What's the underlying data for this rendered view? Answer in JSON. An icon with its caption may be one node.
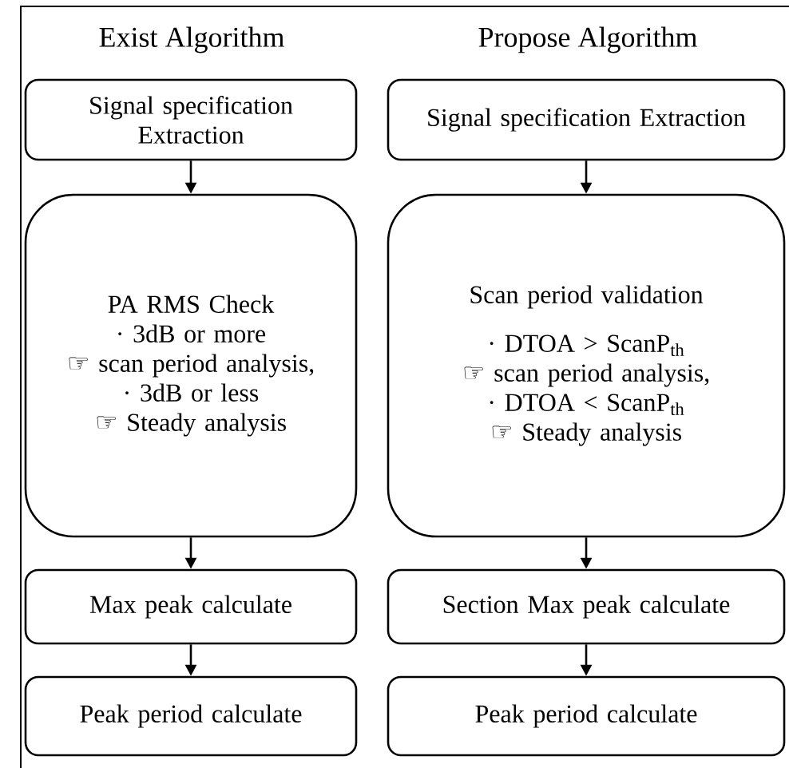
{
  "diagram": {
    "nodes": [
      {
        "text": [
          "Signal specification Extraction"
        ]
      },
      {
        "text": [
          "PA RMS Check",
          "· 3dB or more",
          "☞ scan period analysis,",
          "· 3dB or less",
          "☞ Steady analysis"
        ]
      },
      {
        "text": [
          "Max peak calculate"
        ]
      },
      {
        "text": [
          "Peak period calculate"
        ]
      },
      {
        "text": [
          "Signal specification Extraction"
        ]
      },
      {
        "text": [
          "Scan period validation",
          "· DTOA > ScanP$_{th}$",
          "☞ scan period analysis,",
          "· DTOA < ScanP$_{th}$",
          "☞ Steady analysis"
        ]
      },
      {
        "text": [
          "Section Max peak calculate"
        ]
      },
      {
        "text": [
          "Peak period calculate"
        ]
      }
    ],
    "edges": [
      {
        "from": 0,
        "to": 1,
        "arrow": "to"
      },
      {
        "from": 1,
        "to": 2,
        "arrow": "to"
      },
      {
        "from": 2,
        "to": 3,
        "arrow": "to"
      },
      {
        "from": 4,
        "to": 5,
        "arrow": "to"
      },
      {
        "from": 5,
        "to": 6,
        "arrow": "to"
      },
      {
        "from": 6,
        "to": 7,
        "arrow": "to"
      }
    ],
    "labels": [
      "Exist Algorithm",
      "Propose Algorithm"
    ]
  }
}
